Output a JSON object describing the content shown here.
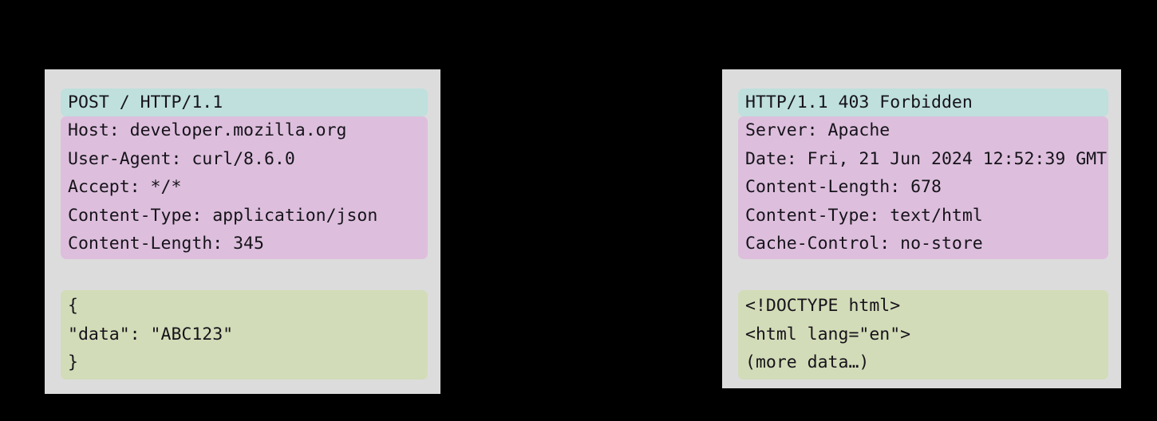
{
  "background_color": "#000000",
  "panel_color": "#dcdcdc",
  "colors": {
    "start_line_block": "#bfe0dd",
    "headers_block": "#ddbfdd",
    "body_block": "#d2dcb8",
    "text": "#16131a"
  },
  "request": {
    "start_line": "POST / HTTP/1.1",
    "headers": [
      "Host: developer.mozilla.org",
      "User-Agent: curl/8.6.0",
      "Accept: */*",
      "Content-Type: application/json",
      "Content-Length: 345"
    ],
    "body": [
      "{",
      "\"data\": \"ABC123\"",
      "}"
    ]
  },
  "response": {
    "start_line": "HTTP/1.1 403 Forbidden",
    "headers": [
      "Server: Apache",
      "Date: Fri, 21 Jun 2024 12:52:39 GMT",
      "Content-Length: 678",
      "Content-Type: text/html",
      "Cache-Control: no-store"
    ],
    "body": [
      "<!DOCTYPE html>",
      "<html lang=\"en\">",
      "(more data…)"
    ]
  }
}
